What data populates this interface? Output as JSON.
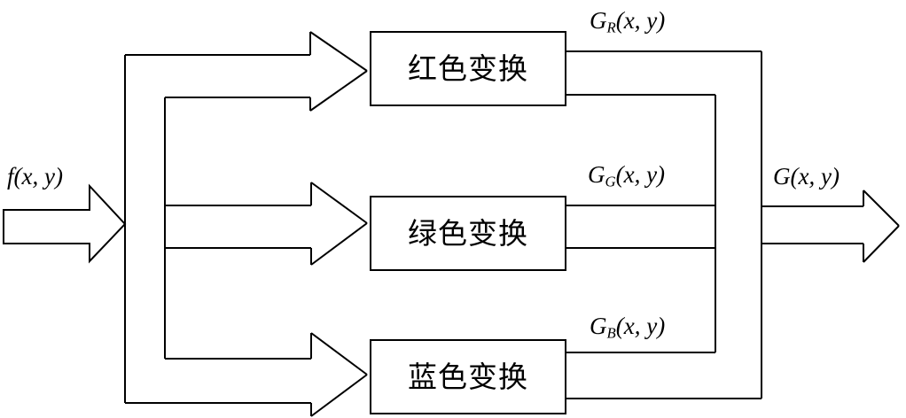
{
  "diagram": {
    "title": "RGB color transform block diagram",
    "background_color": "#ffffff",
    "line_color": "#000000",
    "input": {
      "label_base": "f",
      "label_args": "(x, y)",
      "arrow_name": "input-arrow"
    },
    "output": {
      "label_base": "G",
      "label_args": "(x, y)",
      "arrow_name": "output-arrow"
    },
    "branches": [
      {
        "id": "red",
        "box_label": "红色变换",
        "signal_base": "G",
        "signal_sub": "R",
        "signal_args": "(x, y)"
      },
      {
        "id": "green",
        "box_label": "绿色变换",
        "signal_base": "G",
        "signal_sub": "G",
        "signal_args": "(x, y)"
      },
      {
        "id": "blue",
        "box_label": "蓝色变换",
        "signal_base": "G",
        "signal_sub": "B",
        "signal_args": "(x, y)"
      }
    ]
  }
}
